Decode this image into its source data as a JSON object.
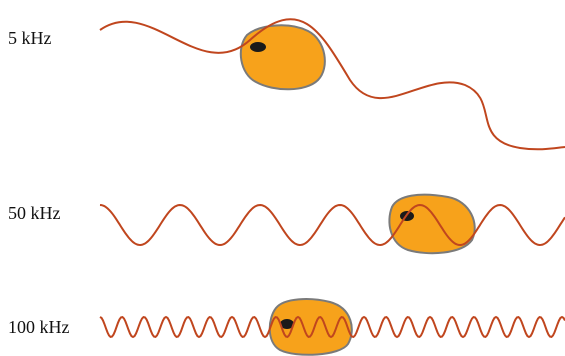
{
  "colors": {
    "wave": "#C0461E",
    "cell_fill": "#F7A21B",
    "cell_outline": "#7A7A7A",
    "nucleus": "#1A1A1A",
    "label": "#111111"
  },
  "rows": [
    {
      "label": "5 kHz"
    },
    {
      "label": "50 kHz"
    },
    {
      "label": "100 kHz"
    }
  ]
}
